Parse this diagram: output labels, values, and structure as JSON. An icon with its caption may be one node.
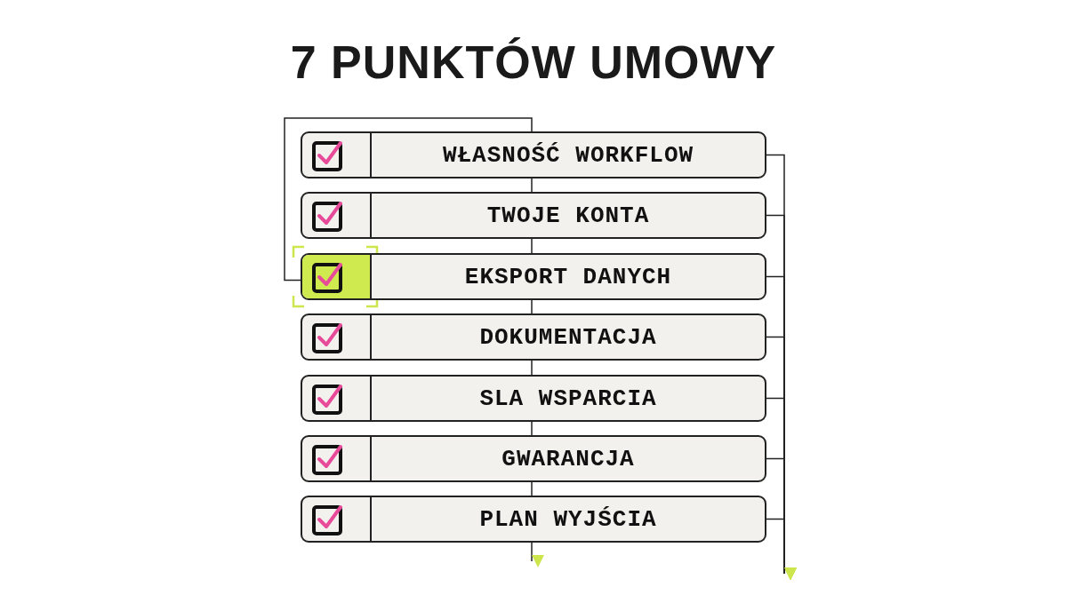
{
  "diagram": {
    "title": "7 PUNKTÓW UMOWY",
    "nodes": [
      {
        "text": [
          "WŁASNOŚĆ WORKFLOW"
        ]
      },
      {
        "text": [
          "TWOJE KONTA"
        ]
      },
      {
        "text": [
          "EKSPORT DANYCH"
        ]
      },
      {
        "text": [
          "DOKUMENTACJA"
        ]
      },
      {
        "text": [
          "SLA WSPARCIA"
        ]
      },
      {
        "text": [
          "GWARANCJA"
        ]
      },
      {
        "text": [
          "PLAN WYJŚCIA"
        ]
      }
    ],
    "edges": [
      {
        "from": 0,
        "to": 1,
        "arrow": "none"
      },
      {
        "from": 1,
        "to": 2,
        "arrow": "none"
      },
      {
        "from": 2,
        "to": 3,
        "arrow": "none"
      },
      {
        "from": 3,
        "to": 4,
        "arrow": "none"
      },
      {
        "from": 4,
        "to": 5,
        "arrow": "none"
      },
      {
        "from": 5,
        "to": 6,
        "arrow": "none"
      },
      {
        "from": 6,
        "to": null,
        "arrow": "to"
      },
      {
        "from": 0,
        "to": 2,
        "arrow": "none"
      },
      {
        "from": 0,
        "to": null,
        "arrow": "to"
      },
      {
        "from": 1,
        "to": null,
        "arrow": "to"
      },
      {
        "from": 2,
        "to": null,
        "arrow": "to"
      },
      {
        "from": 3,
        "to": null,
        "arrow": "to"
      },
      {
        "from": 4,
        "to": null,
        "arrow": "to"
      },
      {
        "from": 5,
        "to": null,
        "arrow": "to"
      },
      {
        "from": 6,
        "to": null,
        "arrow": "to"
      }
    ]
  }
}
